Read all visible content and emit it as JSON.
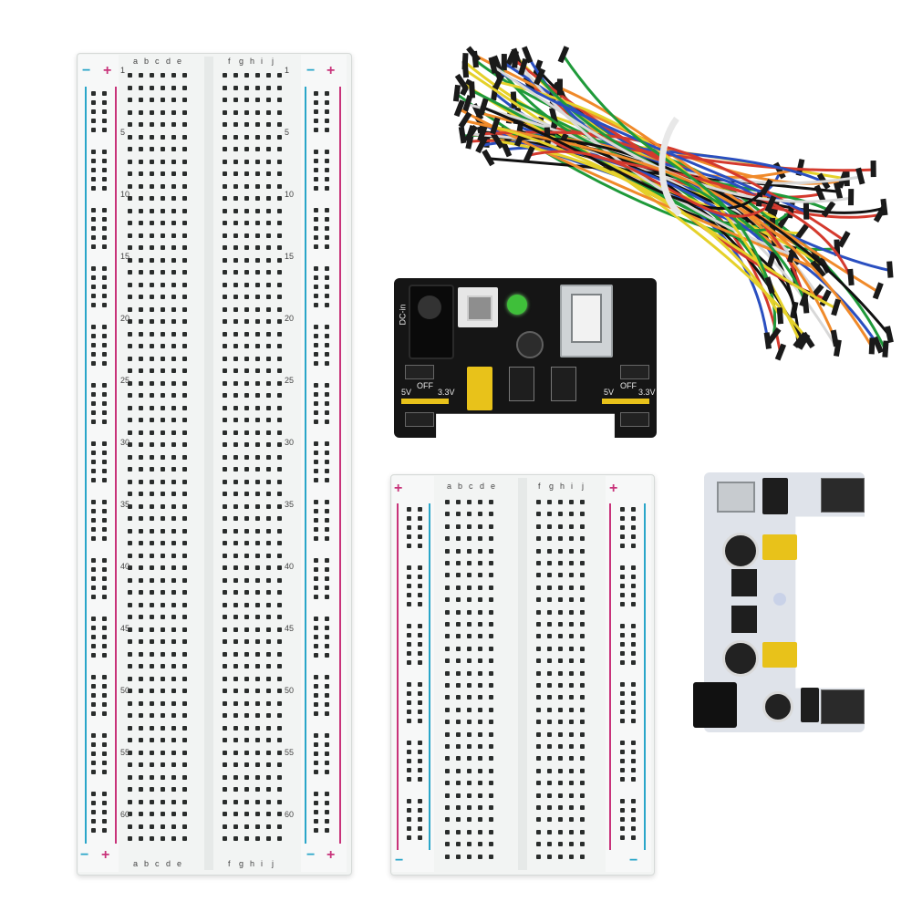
{
  "full_board": {
    "column_letters_left": [
      "a",
      "b",
      "c",
      "d",
      "e"
    ],
    "column_letters_right": [
      "f",
      "g",
      "h",
      "i",
      "j"
    ],
    "row_numbers": [
      "1",
      "5",
      "10",
      "15",
      "20",
      "25",
      "30",
      "35",
      "40",
      "45",
      "50",
      "55",
      "60"
    ],
    "rail_minus": "−",
    "rail_plus": "+"
  },
  "half_board": {
    "column_letters_left": [
      "a",
      "b",
      "c",
      "d",
      "e"
    ],
    "column_letters_right": [
      "f",
      "g",
      "h",
      "i",
      "j"
    ],
    "rail_minus": "−",
    "rail_plus": "+"
  },
  "black_module": {
    "dc_in_label": "DC-in",
    "left_select_5v": "5V",
    "left_select_off": "OFF",
    "left_select_33v": "3.3V",
    "right_select_5v": "5V",
    "right_select_off": "OFF",
    "right_select_33v": "3.3V"
  },
  "colors": {
    "rail_red": "#c8337a",
    "rail_blue": "#2aa6c9",
    "pcb_black": "#151515",
    "pcb_white": "#dfe3ea",
    "header_yellow": "#e8c21a",
    "led_green": "#3fbf3a"
  },
  "wires": {
    "colors": [
      "#111111",
      "#e5d12a",
      "#1f9a3a",
      "#d43a2e",
      "#2a4fc0",
      "#f0f0f0",
      "#f08a2a"
    ]
  }
}
